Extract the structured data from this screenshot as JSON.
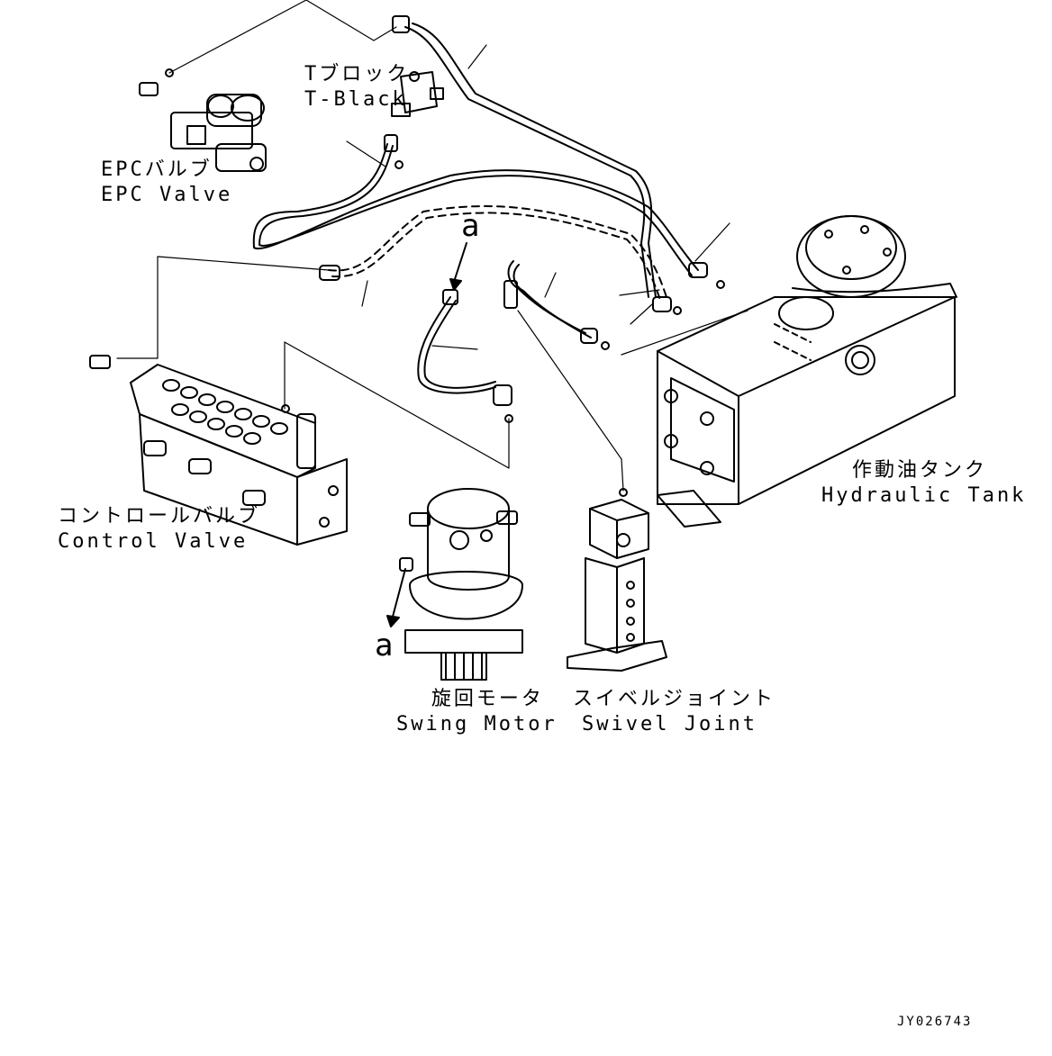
{
  "labels": {
    "t_block": {
      "jp": "Tブロック",
      "en": "T-Black"
    },
    "epc_valve": {
      "jp": "EPCバルブ",
      "en": "EPC Valve"
    },
    "control_valve": {
      "jp": "コントロールバルブ",
      "en": "Control Valve"
    },
    "swing_motor": {
      "jp": "旋回モータ",
      "en": "Swing Motor"
    },
    "swivel_joint": {
      "jp": "スイベルジョイント",
      "en": "Swivel Joint"
    },
    "hydraulic_tank": {
      "jp": "作動油タンク",
      "en": "Hydraulic Tank"
    }
  },
  "callouts": {
    "a_top": "a",
    "a_bottom": "a"
  },
  "drawing_code": "JY026743",
  "colors": {
    "line": "#000000",
    "background": "#ffffff"
  }
}
